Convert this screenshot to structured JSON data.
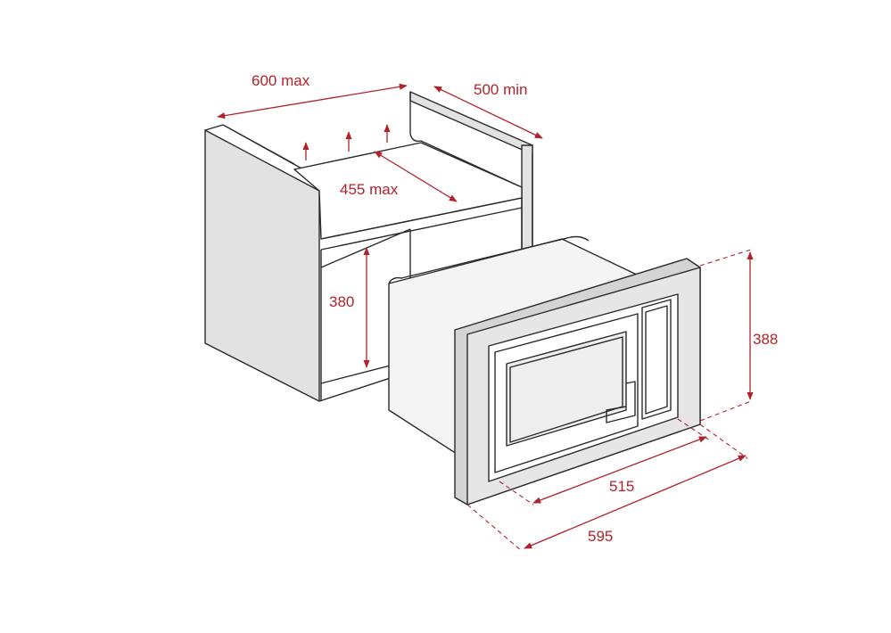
{
  "colors": {
    "dimension": "#b0232a",
    "outline": "#2a2a2a",
    "panel": "#e2e2e2"
  },
  "dimensions": {
    "niche_width": "600 max",
    "niche_depth": "500 min",
    "shelf_depth": "455 max",
    "niche_height": "380",
    "appliance_height": "388",
    "appliance_body_width": "515",
    "appliance_frame_width": "595"
  }
}
